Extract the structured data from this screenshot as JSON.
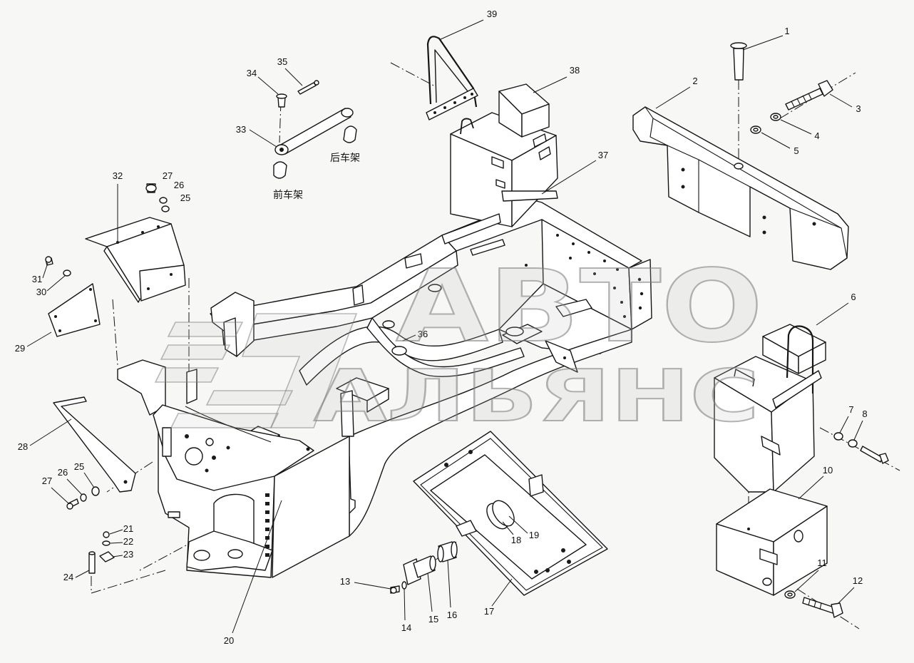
{
  "diagram": {
    "callouts": {
      "c1": "1",
      "c2": "2",
      "c3": "3",
      "c4": "4",
      "c5": "5",
      "c6": "6",
      "c7": "7",
      "c8": "8",
      "c10": "10",
      "c11": "11",
      "c12": "12",
      "c13": "13",
      "c14": "14",
      "c15": "15",
      "c16": "16",
      "c17": "17",
      "c18": "18",
      "c19": "19",
      "c20": "20",
      "c21": "21",
      "c22": "22",
      "c23": "23",
      "c24": "24",
      "c25_upper": "25",
      "c26_upper": "26",
      "c27_upper": "27",
      "c25_lower": "25",
      "c26_lower": "26",
      "c27_lower": "27",
      "c28": "28",
      "c29": "29",
      "c30": "30",
      "c31": "31",
      "c32": "32",
      "c33": "33",
      "c34": "34",
      "c35": "35",
      "c36": "36",
      "c37": "37",
      "c38": "38",
      "c39": "39"
    },
    "labels": {
      "rear_frame": "后车架",
      "front_frame": "前车架"
    },
    "watermark": {
      "line1": "АВТО",
      "line2": "АЛЬЯНС"
    }
  }
}
